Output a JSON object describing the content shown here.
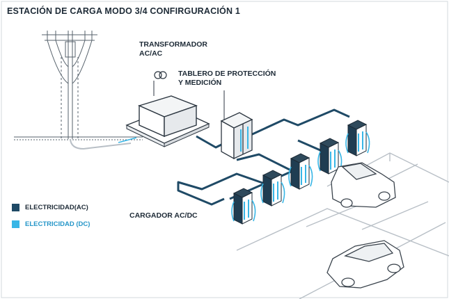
{
  "title": "ESTACIÓN DE CARGA MODO 3/4 CONFIRGURACIÓN 1",
  "labels": {
    "transformer": [
      "TRANSFORMADOR",
      "AC/AC"
    ],
    "panel": [
      "TABLERO DE PROTECCIÓN",
      "Y MEDICIÓN"
    ],
    "charger": "CARGADOR AC/DC"
  },
  "legend": [
    {
      "label": "ELECTRICIDAD(AC)",
      "color": "#1f4a66"
    },
    {
      "label": "ELECTRICIDAD (DC)",
      "color": "#38b6e6"
    }
  ],
  "colors": {
    "cable_ac": "#1f4a66",
    "cable_dc": "#38b6e6",
    "line_art": "#2c3640",
    "light_line": "#b8bfc6",
    "text": "#1d2a36"
  },
  "icons": [
    "utility-pole-icon",
    "transformer-symbol-icon",
    "car-icon",
    "charger-icon"
  ]
}
